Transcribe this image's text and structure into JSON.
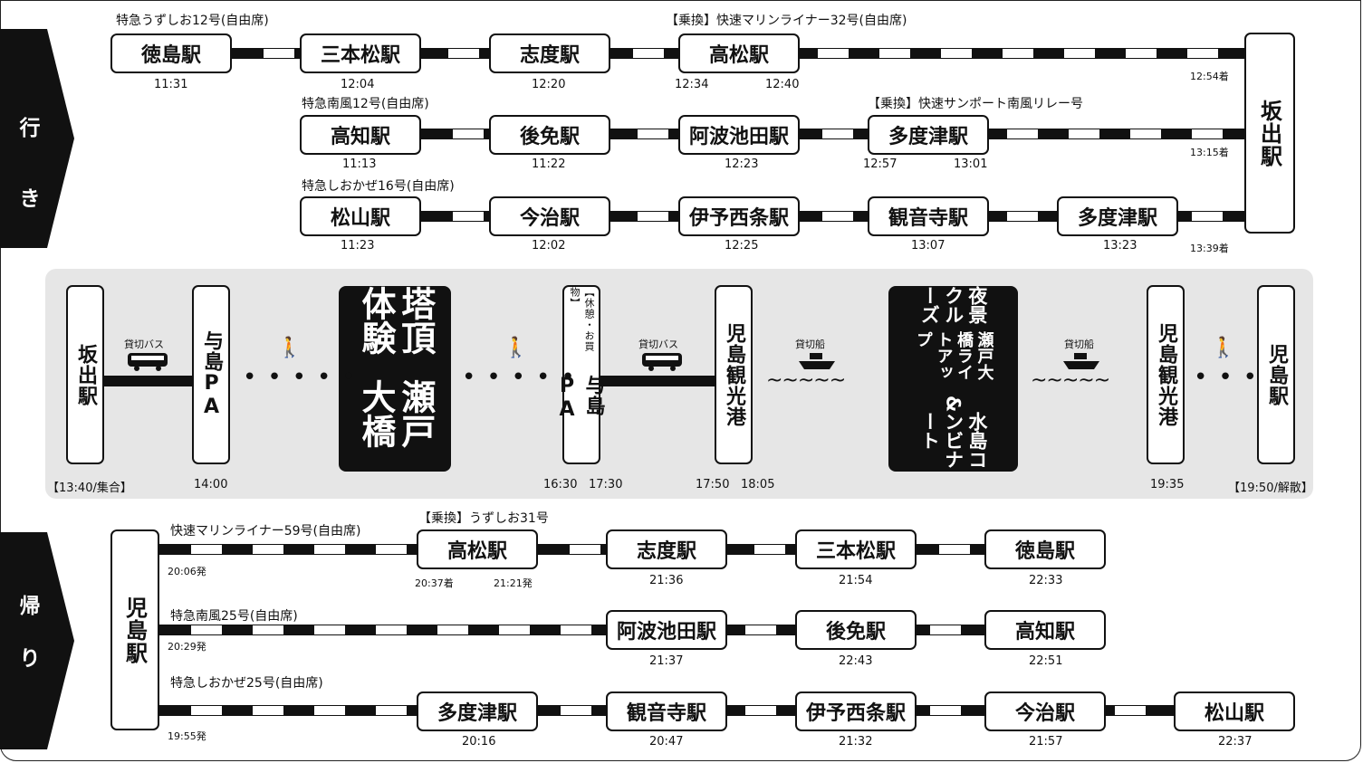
{
  "sides": {
    "going": [
      "行",
      "き"
    ],
    "return": [
      "帰",
      "り"
    ]
  },
  "outbound": {
    "r1": {
      "train": "特急うずしお12号(自由席)",
      "transfer": "【乗換】快速マリンライナー32号(自由席)",
      "stations": [
        "徳島駅",
        "三本松駅",
        "志度駅",
        "高松駅"
      ],
      "times": [
        "11:31",
        "12:04",
        "12:20",
        "12:34",
        "12:40",
        "12:54着"
      ]
    },
    "r2": {
      "train": "特急南風12号(自由席)",
      "transfer": "【乗換】快速サンポート南風リレー号",
      "stations": [
        "高知駅",
        "後免駅",
        "阿波池田駅",
        "多度津駅"
      ],
      "times": [
        "11:13",
        "11:22",
        "12:23",
        "12:57",
        "13:01",
        "13:15着"
      ]
    },
    "r3": {
      "train": "特急しおかぜ16号(自由席)",
      "stations": [
        "松山駅",
        "今治駅",
        "伊予西条駅",
        "観音寺駅",
        "多度津駅"
      ],
      "times": [
        "11:23",
        "12:02",
        "12:25",
        "13:07",
        "13:23",
        "13:39着"
      ]
    },
    "terminal": "坂出駅"
  },
  "tour": {
    "stations": [
      "坂出駅",
      "与島PA",
      "与島PA",
      "児島観光港",
      "児島観光港",
      "児島駅"
    ],
    "rest_note": "【休憩・お買物】",
    "bus_label": "貸切バス",
    "ship_label": "貸切船",
    "block1": [
      "塔頂体験",
      "瀬戸大橋"
    ],
    "block2": [
      "夜景クルーズ",
      "瀬戸大橋ライトアップ",
      "&",
      "水島コンビナート"
    ],
    "wave": "~~~~~",
    "times": [
      "【13:40/集合】",
      "14:00",
      "16:30",
      "17:30",
      "17:50",
      "18:05",
      "19:35",
      "【19:50/解散】"
    ]
  },
  "inbound": {
    "origin": "児島駅",
    "r1": {
      "train": "快速マリンライナー59号(自由席)",
      "transfer": "【乗換】うずしお31号",
      "stations": [
        "高松駅",
        "志度駅",
        "三本松駅",
        "徳島駅"
      ],
      "times": [
        "20:06発",
        "20:37着",
        "21:21発",
        "21:36",
        "21:54",
        "22:33"
      ]
    },
    "r2": {
      "train": "特急南風25号(自由席)",
      "stations": [
        "阿波池田駅",
        "後免駅",
        "高知駅"
      ],
      "times": [
        "20:29発",
        "21:37",
        "22:43",
        "22:51"
      ]
    },
    "r3": {
      "train": "特急しおかぜ25号(自由席)",
      "stations": [
        "多度津駅",
        "観音寺駅",
        "伊予西条駅",
        "今治駅",
        "松山駅"
      ],
      "times": [
        "19:55発",
        "20:16",
        "20:47",
        "21:32",
        "21:57",
        "22:37"
      ]
    }
  }
}
